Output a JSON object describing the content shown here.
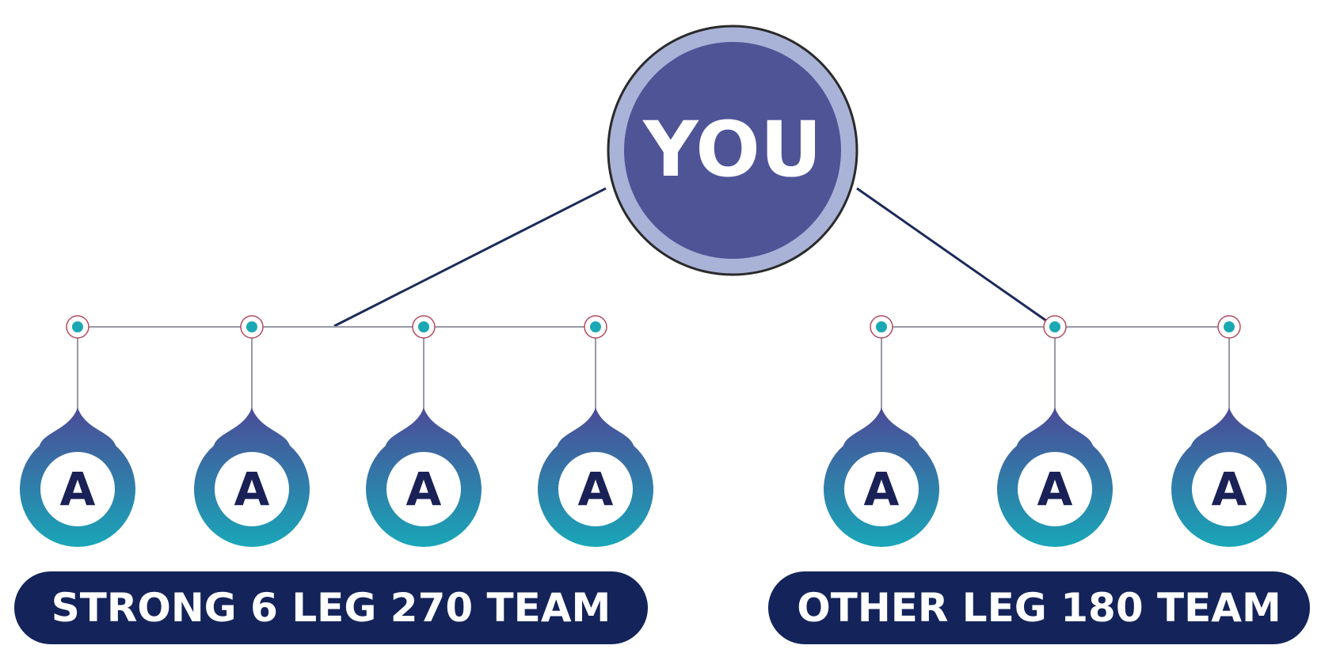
{
  "root": {
    "label": "YOU"
  },
  "groups": [
    {
      "id": "left",
      "team_label": "STRONG 6 LEG 270 TEAM",
      "members": [
        "A",
        "A",
        "A",
        "A"
      ]
    },
    {
      "id": "right",
      "team_label": "OTHER LEG 180 TEAM",
      "members": [
        "A",
        "A",
        "A"
      ]
    }
  ],
  "colors": {
    "root_fill": "#4f5497",
    "root_ring": "#a9b3d8",
    "connector": "#1c2a5c",
    "rail": "#9a9aa6",
    "node_fill": "#1aa8b5",
    "node_ring": "#b04a60",
    "member_gradient_top": "#4c4b97",
    "member_gradient_bottom": "#19a6b8",
    "member_letter": "#1a2157",
    "badge_fill": "#14245a",
    "badge_text": "#ffffff"
  }
}
